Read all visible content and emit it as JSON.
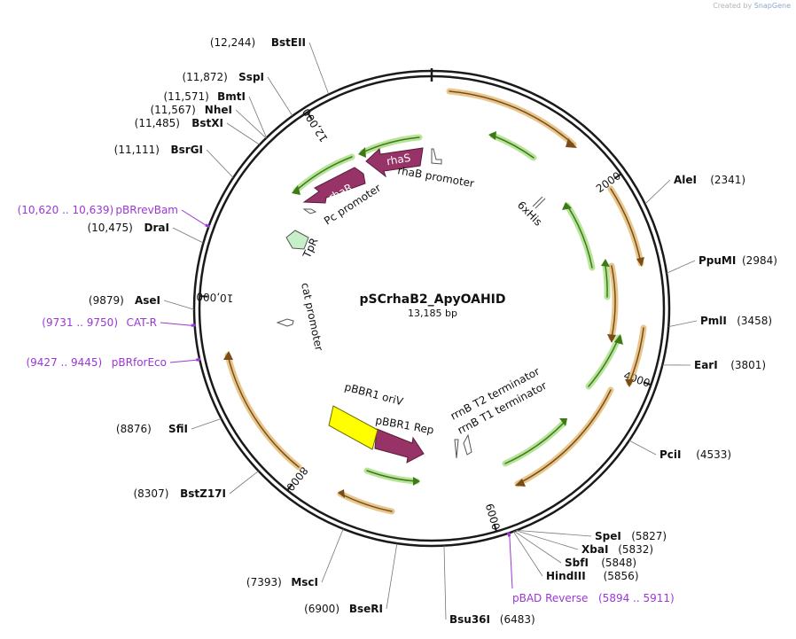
{
  "watermark": {
    "prefix": "Created by",
    "brand": "SnapGene"
  },
  "plasmid": {
    "name": "pSCrhaB2_ApyOAHID",
    "length_label": "13,185 bp",
    "length": 13185
  },
  "ticks": [
    {
      "pos": 2000,
      "label": "2000"
    },
    {
      "pos": 4000,
      "label": "4000"
    },
    {
      "pos": 6000,
      "label": "6000"
    },
    {
      "pos": 8000,
      "label": "8000"
    },
    {
      "pos": 10000,
      "label": "10,000"
    },
    {
      "pos": 12000,
      "label": "12,000"
    }
  ],
  "sites": [
    {
      "name": "AleI",
      "pos": 2341,
      "pos_label": "(2341)",
      "side": "right"
    },
    {
      "name": "PpuMI",
      "pos": 2984,
      "pos_label": "(2984)",
      "side": "right"
    },
    {
      "name": "PmlI",
      "pos": 3458,
      "pos_label": "(3458)",
      "side": "right"
    },
    {
      "name": "EarI",
      "pos": 3801,
      "pos_label": "(3801)",
      "side": "right"
    },
    {
      "name": "PciI",
      "pos": 4533,
      "pos_label": "(4533)",
      "side": "right"
    },
    {
      "name": "SpeI",
      "pos": 5827,
      "pos_label": "(5827)",
      "side": "right"
    },
    {
      "name": "XbaI",
      "pos": 5832,
      "pos_label": "(5832)",
      "side": "right"
    },
    {
      "name": "SbfI",
      "pos": 5848,
      "pos_label": "(5848)",
      "side": "right"
    },
    {
      "name": "HindIII",
      "pos": 5856,
      "pos_label": "(5856)",
      "side": "right"
    },
    {
      "name": "Bsu36I",
      "pos": 6483,
      "pos_label": "(6483)",
      "side": "right"
    },
    {
      "name": "BseRI",
      "pos": 6900,
      "pos_label": "(6900)",
      "side": "left"
    },
    {
      "name": "MscI",
      "pos": 7393,
      "pos_label": "(7393)",
      "side": "left"
    },
    {
      "name": "BstZ17I",
      "pos": 8307,
      "pos_label": "(8307)",
      "side": "left"
    },
    {
      "name": "SfiI",
      "pos": 8876,
      "pos_label": "(8876)",
      "side": "left"
    },
    {
      "name": "AseI",
      "pos": 9879,
      "pos_label": "(9879)",
      "side": "left"
    },
    {
      "name": "DraI",
      "pos": 10475,
      "pos_label": "(10,475)",
      "side": "left"
    },
    {
      "name": "BsrGI",
      "pos": 11111,
      "pos_label": "(11,111)",
      "side": "left"
    },
    {
      "name": "BstXI",
      "pos": 11485,
      "pos_label": "(11,485)",
      "side": "left"
    },
    {
      "name": "NheI",
      "pos": 11567,
      "pos_label": "(11,567)",
      "side": "left"
    },
    {
      "name": "BmtI",
      "pos": 11571,
      "pos_label": "(11,571)",
      "side": "left"
    },
    {
      "name": "SspI",
      "pos": 11872,
      "pos_label": "(11,872)",
      "side": "left"
    },
    {
      "name": "BstEII",
      "pos": 12244,
      "pos_label": "(12,244)",
      "side": "left"
    }
  ],
  "primers": [
    {
      "name": "pBRrevBam",
      "range": "(10,620 .. 10,639)",
      "pos": 10630,
      "side": "left"
    },
    {
      "name": "CAT-R",
      "range": "(9731 .. 9750)",
      "pos": 9740,
      "side": "left"
    },
    {
      "name": "pBRforEco",
      "range": "(9427 .. 9445)",
      "pos": 9436,
      "side": "left"
    },
    {
      "name": "pBAD Reverse",
      "range": "(5894 .. 5911)",
      "pos": 5902,
      "side": "right"
    }
  ],
  "features": [
    {
      "name": "rhaS",
      "type": "gene"
    },
    {
      "name": "rhaR",
      "type": "gene"
    },
    {
      "name": "rhaB promoter",
      "type": "promoter"
    },
    {
      "name": "Pc promoter",
      "type": "promoter"
    },
    {
      "name": "TpR",
      "type": "marker"
    },
    {
      "name": "cat promoter",
      "type": "promoter"
    },
    {
      "name": "6xHis",
      "type": "tag"
    },
    {
      "name": "pBBR1 oriV",
      "type": "origin"
    },
    {
      "name": "pBBR1 Rep",
      "type": "gene"
    },
    {
      "name": "rrnB T2 terminator",
      "type": "terminator"
    },
    {
      "name": "rrnB T1 terminator",
      "type": "terminator"
    }
  ],
  "colors": {
    "backbone": "#1a1a1a",
    "orf": "#e0b46a",
    "orf_line": "#7a4c16",
    "green": "#a6dc82",
    "green_line": "#3d7a16",
    "gene": "#973366",
    "origin": "#ffff00",
    "marker": "#c8f0c8",
    "primer": "#9b37d6"
  }
}
